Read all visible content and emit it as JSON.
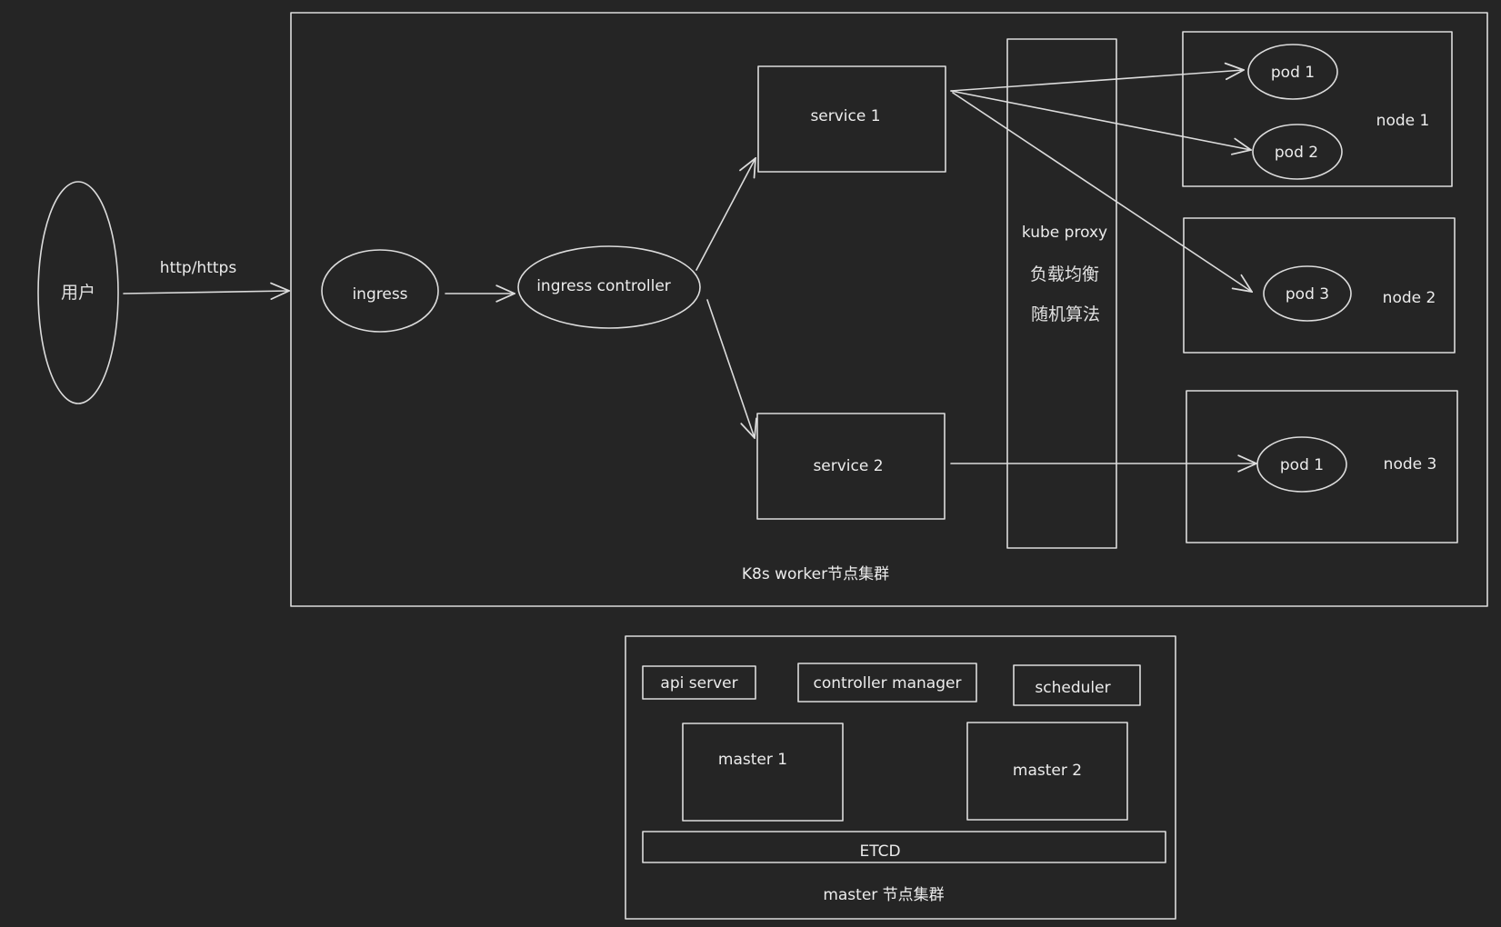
{
  "diagram": {
    "background": "#252525",
    "stroke_color": "#dcdcdc",
    "user": {
      "label": "用户"
    },
    "user_edge": {
      "label": "http/https"
    },
    "worker_cluster": {
      "label": "K8s worker节点集群",
      "ingress": {
        "label": "ingress"
      },
      "ingress_controller": {
        "label": "ingress controller"
      },
      "services": [
        {
          "label": "service 1"
        },
        {
          "label": "service 2"
        }
      ],
      "kube_proxy": {
        "lines": [
          "kube proxy",
          "负载均衡",
          "随机算法"
        ]
      },
      "nodes": [
        {
          "label": "node 1",
          "pods": [
            "pod 1",
            "pod 2"
          ]
        },
        {
          "label": "node 2",
          "pods": [
            "pod 3"
          ]
        },
        {
          "label": "node 3",
          "pods": [
            "pod 1"
          ]
        }
      ]
    },
    "master_cluster": {
      "label": "master 节点集群",
      "components": [
        "api server",
        "controller manager",
        "scheduler"
      ],
      "masters": [
        "master 1",
        "master 2"
      ],
      "etcd": {
        "label": "ETCD"
      }
    },
    "edges": [
      {
        "from": "用户",
        "to": "K8s worker节点集群",
        "label": "http/https"
      },
      {
        "from": "ingress",
        "to": "ingress controller"
      },
      {
        "from": "ingress controller",
        "to": "service 1"
      },
      {
        "from": "ingress controller",
        "to": "service 2"
      },
      {
        "from": "service 1",
        "to": "node 1 / pod 1"
      },
      {
        "from": "service 1",
        "to": "node 1 / pod 2"
      },
      {
        "from": "service 1",
        "to": "node 2 / pod 3"
      },
      {
        "from": "service 2",
        "to": "node 3 / pod 1"
      }
    ]
  }
}
